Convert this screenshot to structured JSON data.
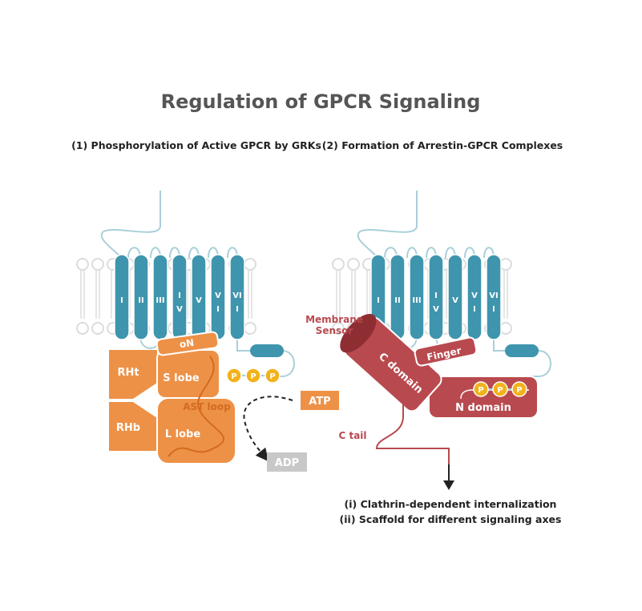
{
  "title": "Regulation of GPCR Signaling",
  "panel1": {
    "heading": "(1) Phosphorylation of Active GPCR by GRKs",
    "helices": [
      {
        "top": "I",
        "bottom": ""
      },
      {
        "top": "II",
        "bottom": ""
      },
      {
        "top": "III",
        "bottom": ""
      },
      {
        "top": "I",
        "bottom": "V"
      },
      {
        "top": "V",
        "bottom": ""
      },
      {
        "top": "V",
        "bottom": "I"
      },
      {
        "top": "VI",
        "bottom": "I"
      }
    ],
    "rht": "RHt",
    "rhb": "RHb",
    "on": "oN",
    "s_lobe": "S lobe",
    "l_lobe": "L lobe",
    "ast_loop": "AST loop",
    "phospho": [
      "P",
      "P",
      "P"
    ],
    "atp": "ATP",
    "adp": "ADP"
  },
  "panel2": {
    "heading": "(2) Formation of Arrestin-GPCR Complexes",
    "helices": [
      {
        "top": "I",
        "bottom": ""
      },
      {
        "top": "II",
        "bottom": ""
      },
      {
        "top": "III",
        "bottom": ""
      },
      {
        "top": "I",
        "bottom": "V"
      },
      {
        "top": "V",
        "bottom": ""
      },
      {
        "top": "V",
        "bottom": "I"
      },
      {
        "top": "VI",
        "bottom": "I"
      }
    ],
    "membrane_sensor_1": "Membrane",
    "membrane_sensor_2": "Sensor",
    "c_domain": "C domain",
    "finger": "Finger",
    "n_domain": "N domain",
    "c_tail": "C tail",
    "phospho": [
      "P",
      "P",
      "P"
    ],
    "outcome_1": "(i) Clathrin-dependent internalization",
    "outcome_2": "(ii) Scaffold for different signaling axes"
  },
  "colors": {
    "title": "#555555",
    "helix": "#3e95ad",
    "lipid": "#dcdcdc",
    "grk": "#ed9147",
    "grk_dark": "#d36b1f",
    "arrestin": "#b84a4f",
    "arrestin_dark": "#8e2e33",
    "phospho": "#f3b21a",
    "adp": "#c8c8c8"
  }
}
